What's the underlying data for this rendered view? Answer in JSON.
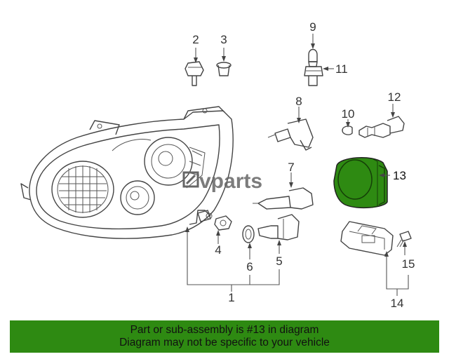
{
  "watermark": "vparts",
  "callouts": {
    "c1": "1",
    "c2": "2",
    "c3": "3",
    "c4": "4",
    "c5": "5",
    "c6": "6",
    "c7": "7",
    "c8": "8",
    "c9": "9",
    "c10": "10",
    "c11": "11",
    "c12": "12",
    "c13": "13",
    "c14": "14",
    "c15": "15"
  },
  "highlight": {
    "part": "13",
    "color": "#2e8a12"
  },
  "footer": {
    "line1": "Part or sub-assembly is #13 in diagram",
    "line2": "Diagram may not be specific to your vehicle",
    "color": "#2e8a12"
  }
}
